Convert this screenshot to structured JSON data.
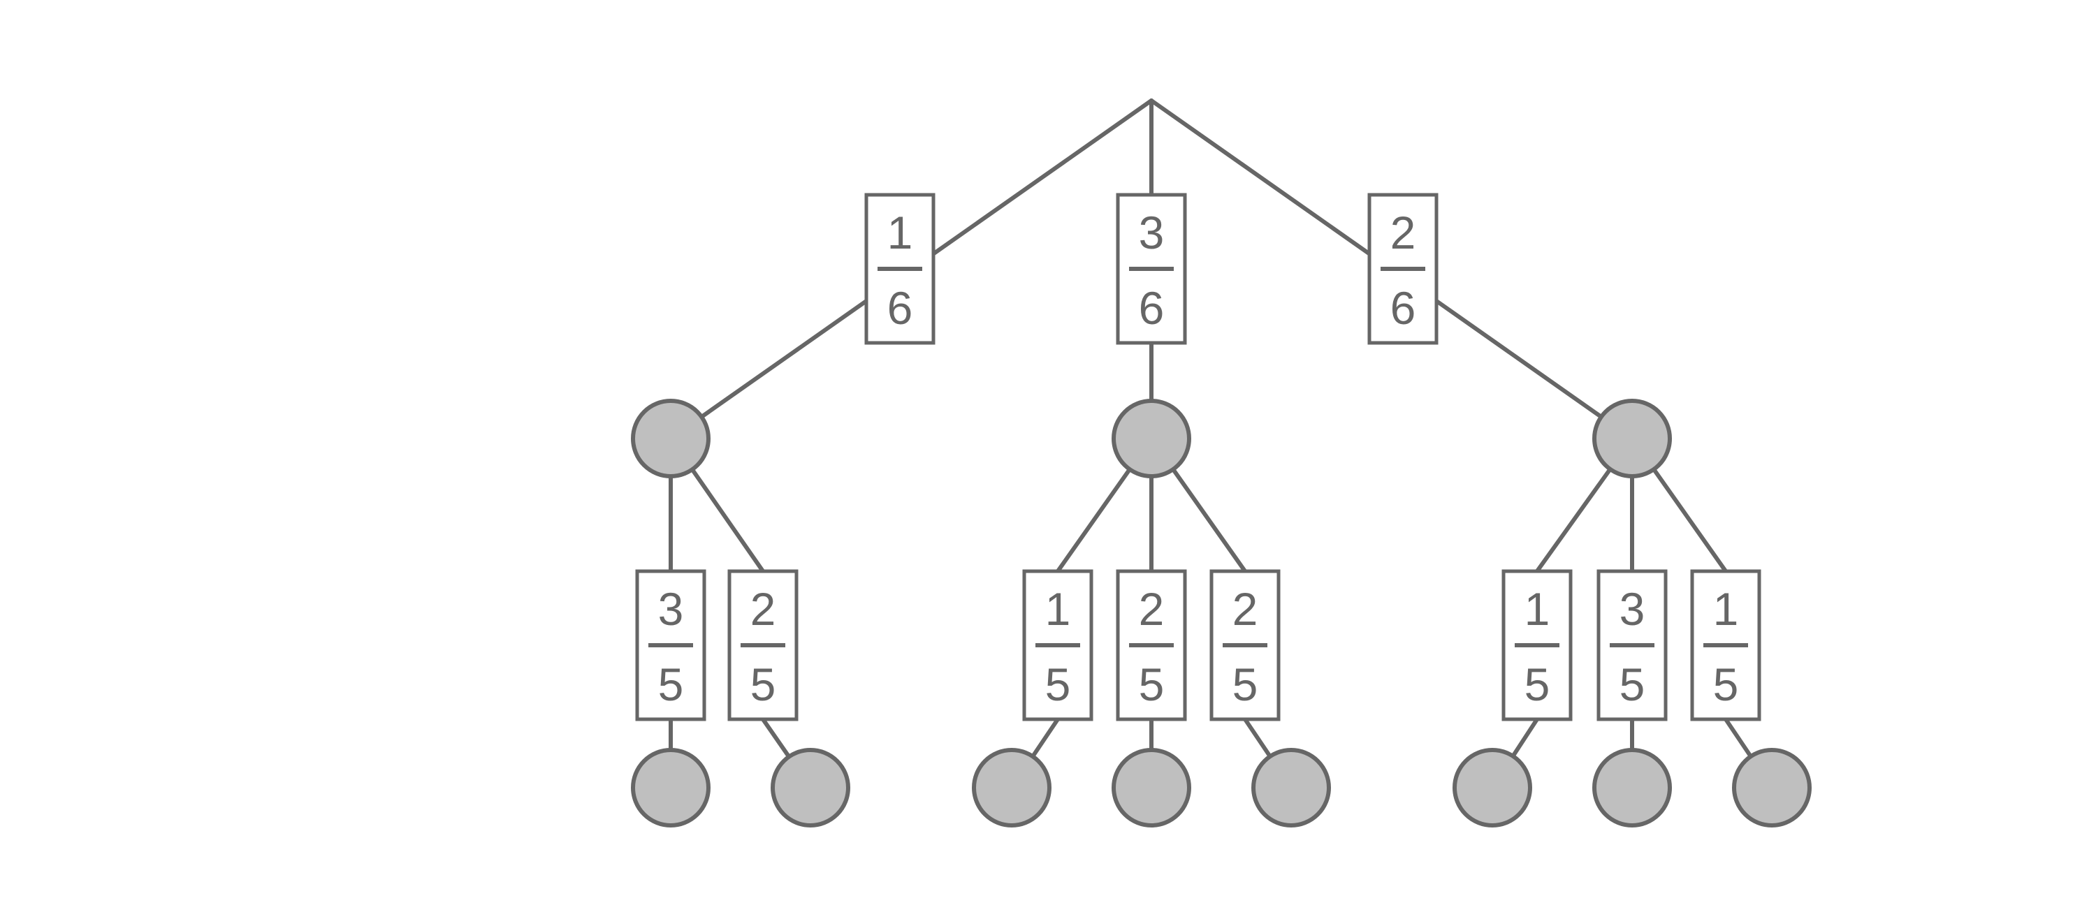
{
  "tree": {
    "root": {
      "children": [
        {
          "label": {
            "numerator": "1",
            "denominator": "6"
          },
          "children": [
            {
              "label": {
                "numerator": "3",
                "denominator": "5"
              }
            },
            {
              "label": {
                "numerator": "2",
                "denominator": "5"
              }
            }
          ]
        },
        {
          "label": {
            "numerator": "3",
            "denominator": "6"
          },
          "children": [
            {
              "label": {
                "numerator": "1",
                "denominator": "5"
              }
            },
            {
              "label": {
                "numerator": "2",
                "denominator": "5"
              }
            },
            {
              "label": {
                "numerator": "2",
                "denominator": "5"
              }
            }
          ]
        },
        {
          "label": {
            "numerator": "2",
            "denominator": "6"
          },
          "children": [
            {
              "label": {
                "numerator": "1",
                "denominator": "5"
              }
            },
            {
              "label": {
                "numerator": "3",
                "denominator": "5"
              }
            },
            {
              "label": {
                "numerator": "1",
                "denominator": "5"
              }
            }
          ]
        }
      ]
    }
  },
  "colors": {
    "line": "#666666",
    "node_fill": "#bfbfbf",
    "box_fill": "#ffffff"
  }
}
